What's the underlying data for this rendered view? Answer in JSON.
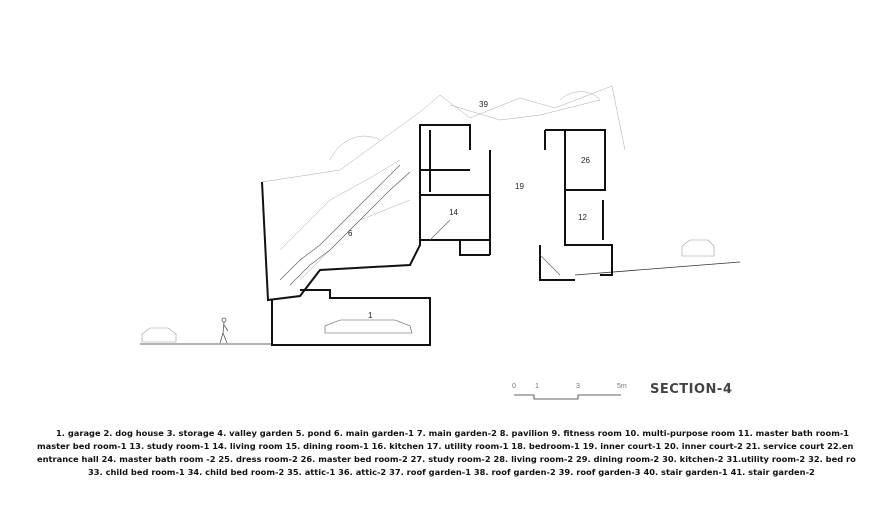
{
  "drawing": {
    "room_labels": [
      "39",
      "26",
      "19",
      "14",
      "12",
      "6",
      "1"
    ]
  },
  "scale_bar": {
    "ticks": [
      "0",
      "1",
      "3",
      "5m"
    ]
  },
  "title": "SECTION-4",
  "legend": {
    "lines": [
      "1. garage  2. dog house  3. storage  4. valley garden  5. pond  6. main garden-1  7. main garden-2  8. pavilion  9. fitness room  10. multi-purpose room  11. master bath room-1",
      "master bed room-1  13. study room-1  14. living room  15. dining room-1  16. kitchen  17. utility room-1  18. bedroom-1  19. inner court-1  20. inner court-2  21. service court  22.en",
      "entrance hall  24. master bath room -2  25. dress room-2  26. master bed room-2  27. study room-2  28. living room-2  29. dining room-2  30. kitchen-2  31.utility room-2  32. bed ro",
      "33. child bed room-1  34. child bed room-2  35. attic-1  36. attic-2  37. roof garden-1  38. roof garden-2  39. roof garden-3  40. stair garden-1  41. stair garden-2"
    ]
  }
}
